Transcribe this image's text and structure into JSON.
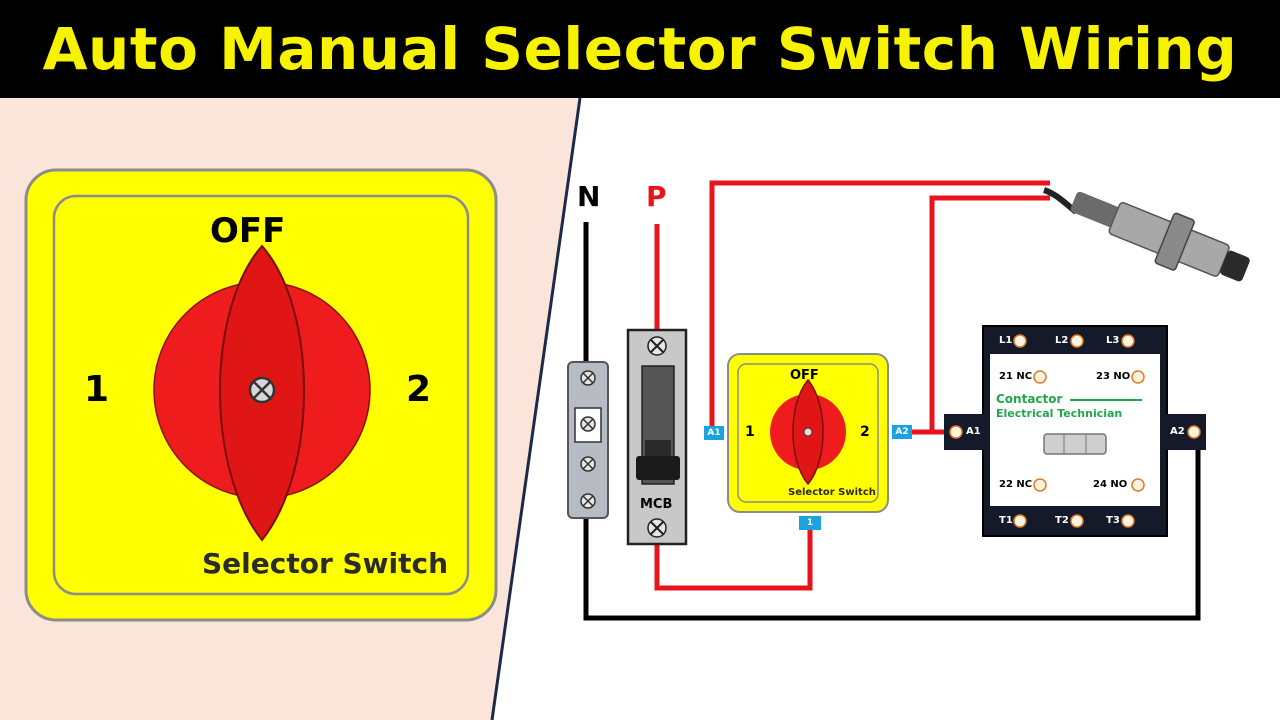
{
  "title": "Auto Manual Selector Switch Wiring",
  "big_switch": {
    "off_label": "OFF",
    "pos1_label": "1",
    "pos2_label": "2",
    "name_label": "Selector Switch"
  },
  "supply": {
    "neutral": "N",
    "phase": "P"
  },
  "mcb": {
    "label": "MCB"
  },
  "small_switch": {
    "off_label": "OFF",
    "pos1_label": "1",
    "pos2_label": "2",
    "name_label": "Selector Switch",
    "tag_a1": "A1",
    "tag_a2": "A2",
    "tag_1": "1"
  },
  "contactor": {
    "l1": "L1",
    "l2": "L2",
    "l3": "L3",
    "nc21": "21 NC",
    "no23": "23 NO",
    "nc22": "22 NC",
    "no24": "24 NO",
    "t1": "T1",
    "t2": "T2",
    "t3": "T3",
    "a1": "A1",
    "a2": "A2",
    "title": "Contactor",
    "subtitle": "Electrical Technician"
  },
  "colors": {
    "title_yellow": "#f7f200",
    "switch_yellow": "#ffff00",
    "switch_red": "#ee1c1c",
    "wire_red": "#e8141c",
    "wire_black": "#000000",
    "left_bg": "#fbe4da",
    "tag_blue": "#1aa3df",
    "brand_green": "#1fa84a"
  }
}
